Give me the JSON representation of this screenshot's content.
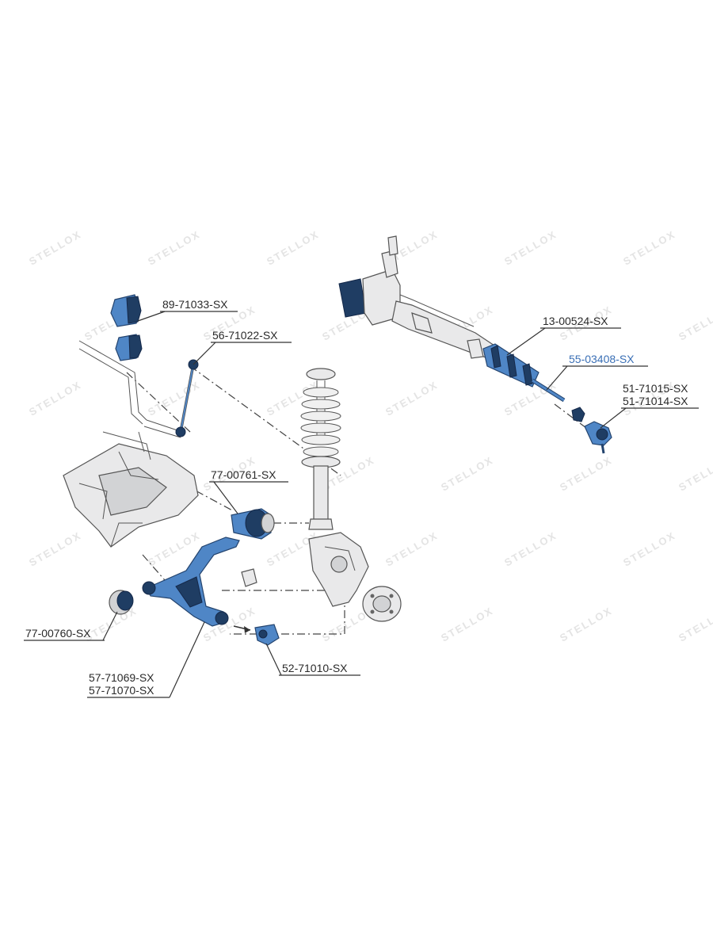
{
  "brand_watermark": "STELLOX",
  "colors": {
    "part_blue": "#4f86c6",
    "part_dark_blue": "#1f3d63",
    "highlight_label": "#3a6fb5",
    "outline": "#555555"
  },
  "callouts": [
    {
      "id": "stabilizer-bushing",
      "number": "89-71033-SX"
    },
    {
      "id": "stabilizer-link",
      "number": "56-71022-SX"
    },
    {
      "id": "steering-rack",
      "number": "13-00524-SX"
    },
    {
      "id": "tie-rod",
      "number": "55-03408-SX",
      "highlighted": true
    },
    {
      "id": "tie-rod-end-right",
      "number": "51-71015-SX"
    },
    {
      "id": "tie-rod-end-left",
      "number": "51-71014-SX"
    },
    {
      "id": "arm-rear-bushing",
      "number": "77-00761-SX"
    },
    {
      "id": "arm-front-bushing",
      "number": "77-00760-SX"
    },
    {
      "id": "control-arm-right",
      "number": "57-71069-SX"
    },
    {
      "id": "control-arm-left",
      "number": "57-71070-SX"
    },
    {
      "id": "ball-joint",
      "number": "52-71010-SX"
    }
  ]
}
